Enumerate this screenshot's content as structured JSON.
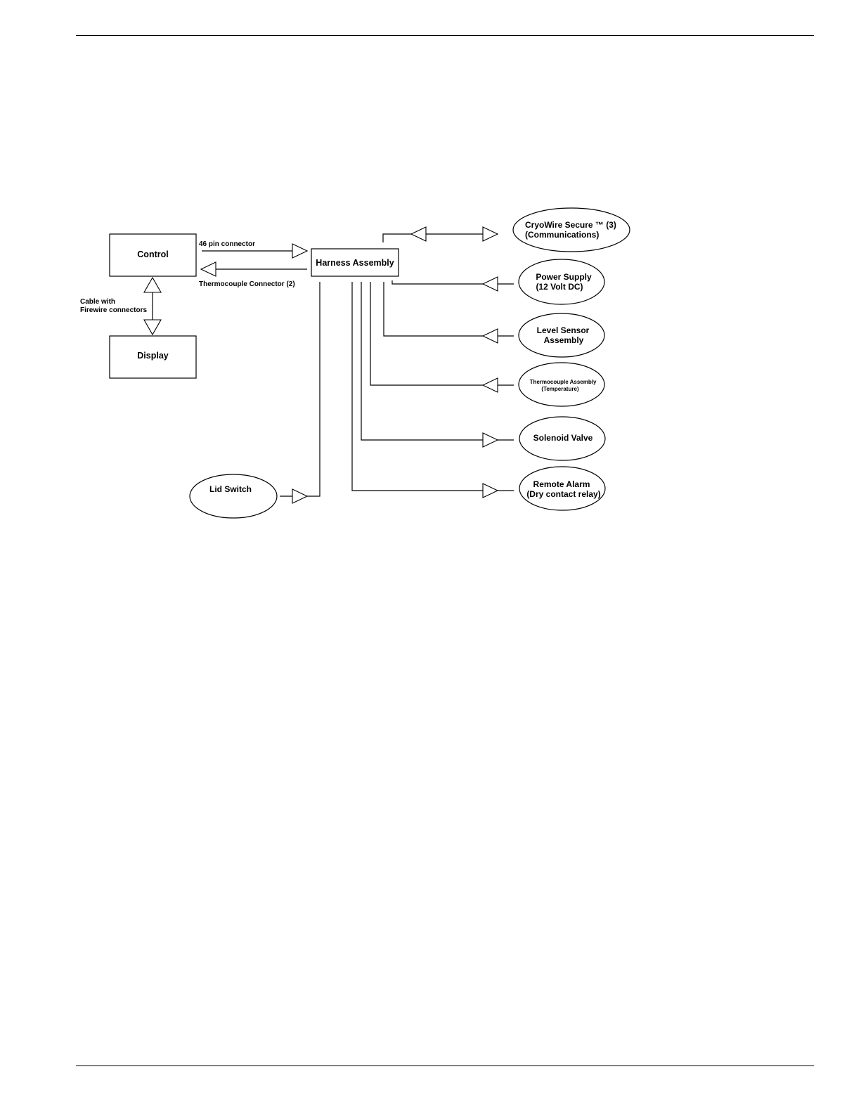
{
  "diagram": {
    "control_label": "Control",
    "display_label": "Display",
    "harness_label": "Harness Assembly",
    "connector_46_label": "46 pin connector",
    "thermocouple_connector_label": "Thermocouple Connector (2)",
    "cable_label_line1": "Cable with",
    "cable_label_line2": "Firewire connectors",
    "lid_switch_label": "Lid Switch",
    "cryowire_line1": "CryoWire Secure ™ (3)",
    "cryowire_line2": "(Communications)",
    "power_line1": "Power Supply",
    "power_line2": "(12 Volt DC)",
    "level_line1": "Level Sensor",
    "level_line2": "Assembly",
    "thermo_line1": "Thermocouple Assembly",
    "thermo_line2": "(Temperature)",
    "solenoid_label": "Solenoid Valve",
    "remote_line1": "Remote Alarm",
    "remote_line2": "(Dry contact relay)"
  }
}
